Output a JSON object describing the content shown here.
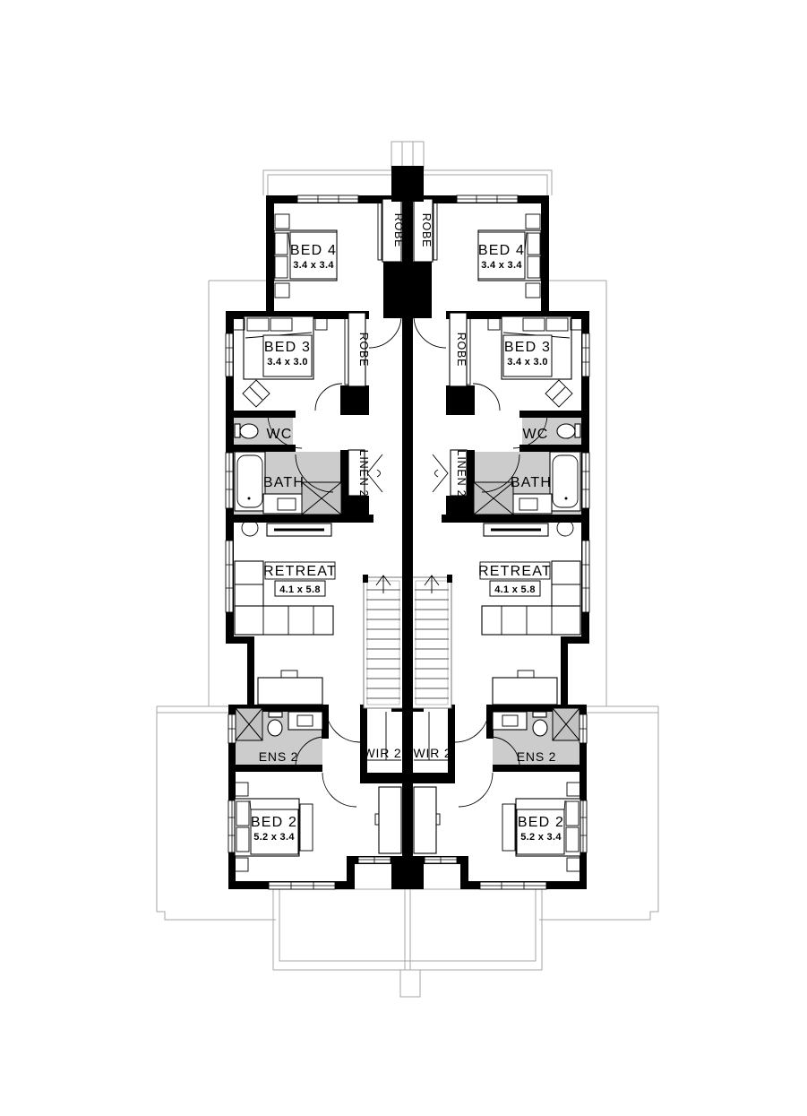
{
  "plan": {
    "rooms": {
      "bed4": {
        "label": "BED 4",
        "dims": "3.4 x 3.4"
      },
      "bed3": {
        "label": "BED 3",
        "dims": "3.4 x 3.0"
      },
      "bed2": {
        "label": "BED 2",
        "dims": "5.2 x 3.4"
      },
      "retreat": {
        "label": "RETREAT",
        "dims": "4.1 x 5.8"
      },
      "bath": {
        "label": "BATH"
      },
      "wc": {
        "label": "WC"
      },
      "ens2": {
        "label": "ENS 2"
      },
      "wir2": {
        "label": "WIR 2"
      },
      "robe": {
        "label": "ROBE"
      },
      "linen2": {
        "label": "LINEN 2"
      }
    },
    "colors": {
      "wall": "#000000",
      "wet_area": "#cccccc",
      "shower": "#c2c2c2",
      "roof_outline": "#a6a6a6"
    }
  }
}
